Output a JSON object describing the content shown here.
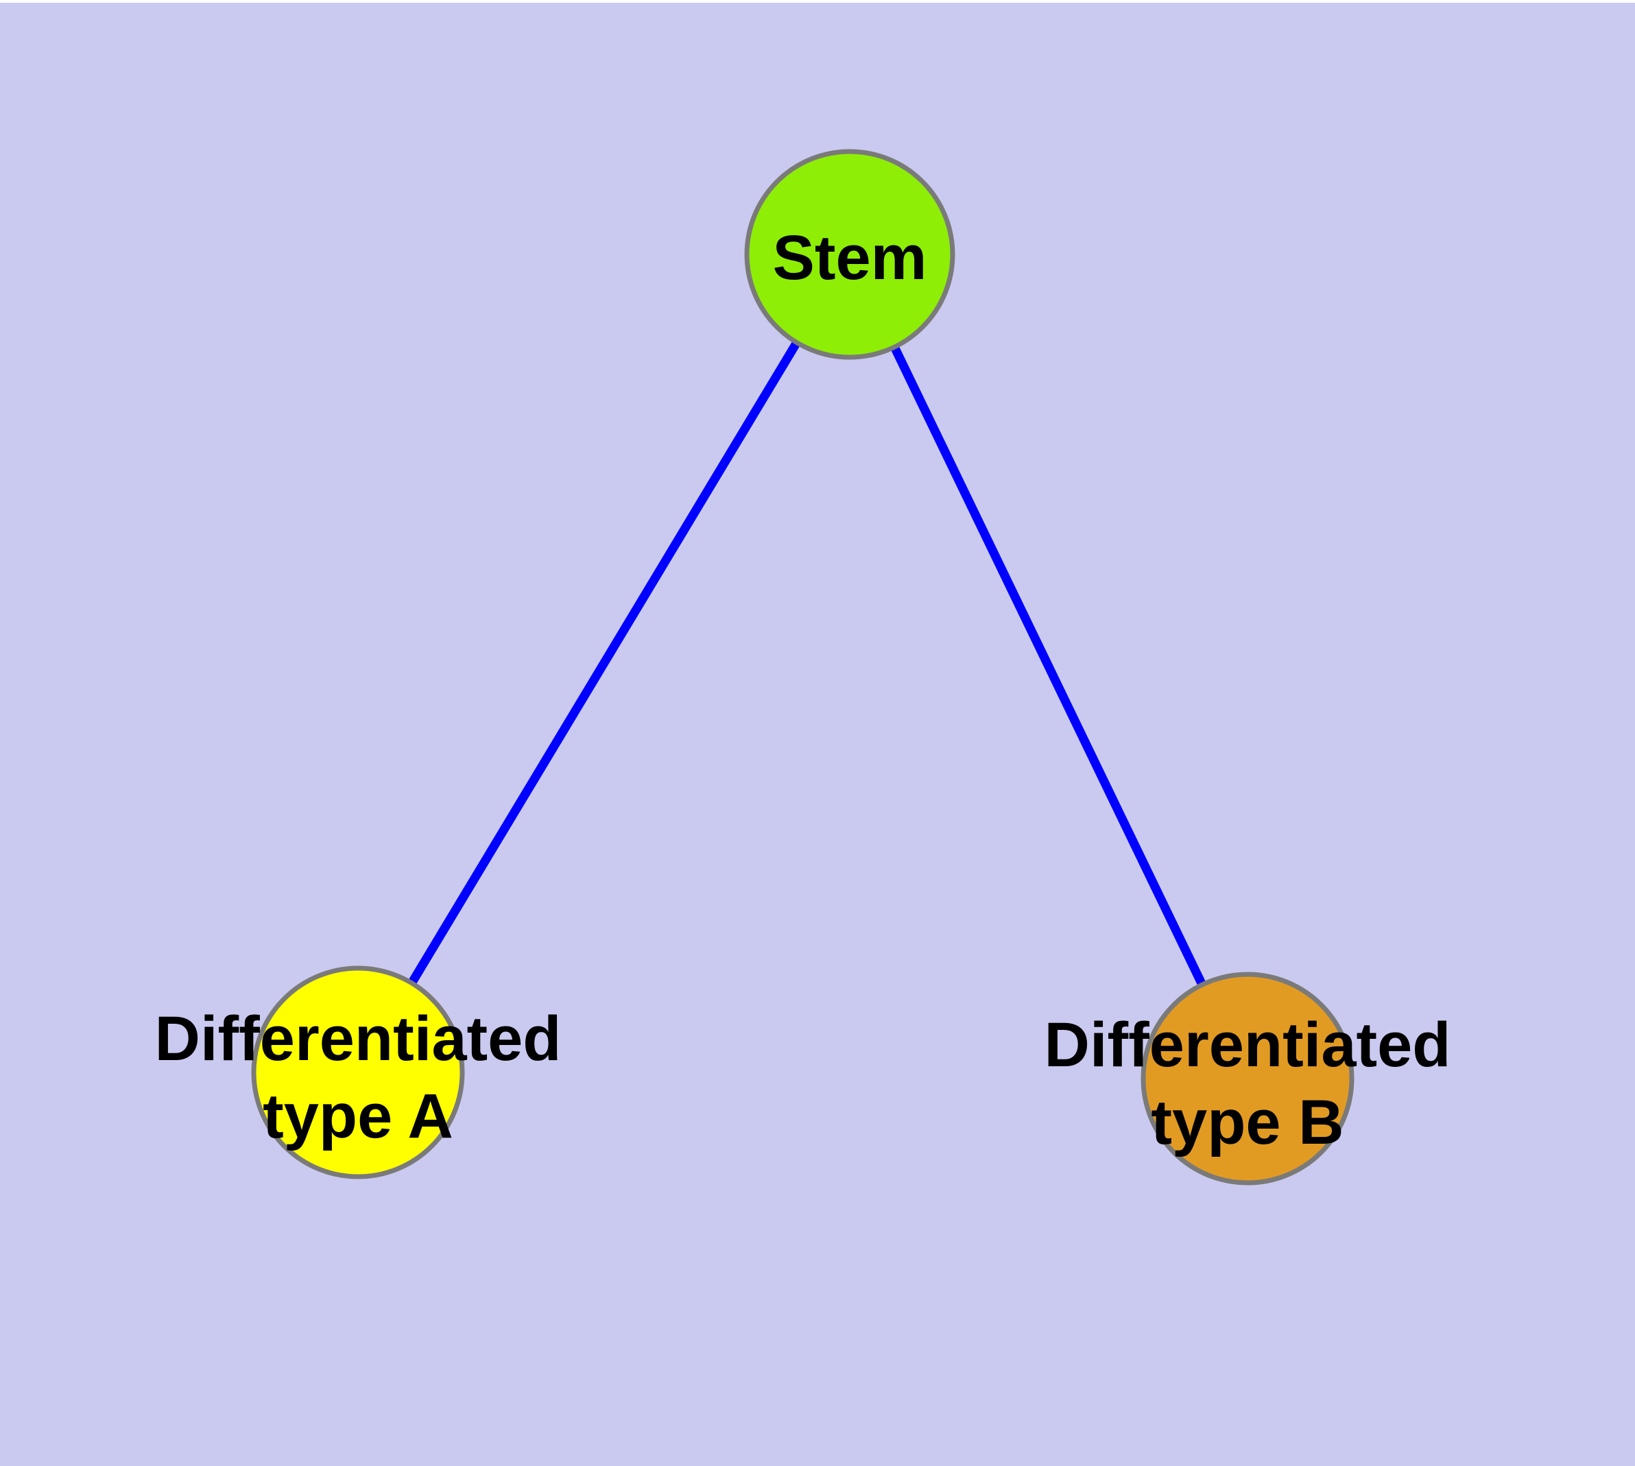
{
  "canvas": {
    "background_color": "#CACAF0",
    "top_strip_color": "#FFFFFF"
  },
  "graph": {
    "type": "node-link-graph",
    "edge_color": "#0000FF",
    "node_border_color": "#7A7A7A",
    "label_color": "#000000",
    "nodes": [
      {
        "id": "stem",
        "label": "Stem",
        "lines": [
          "Stem"
        ],
        "fill": "#8EEE06"
      },
      {
        "id": "differentiated-type-a",
        "label": "Differentiated type A",
        "lines": [
          "Differentiated",
          "type A"
        ],
        "fill": "#FFFF00"
      },
      {
        "id": "differentiated-type-b",
        "label": "Differentiated type B",
        "lines": [
          "Differentiated",
          "type B"
        ],
        "fill": "#E29B22"
      }
    ],
    "edges": [
      {
        "from": "stem",
        "to": "differentiated-type-a"
      },
      {
        "from": "stem",
        "to": "differentiated-type-b"
      }
    ]
  }
}
